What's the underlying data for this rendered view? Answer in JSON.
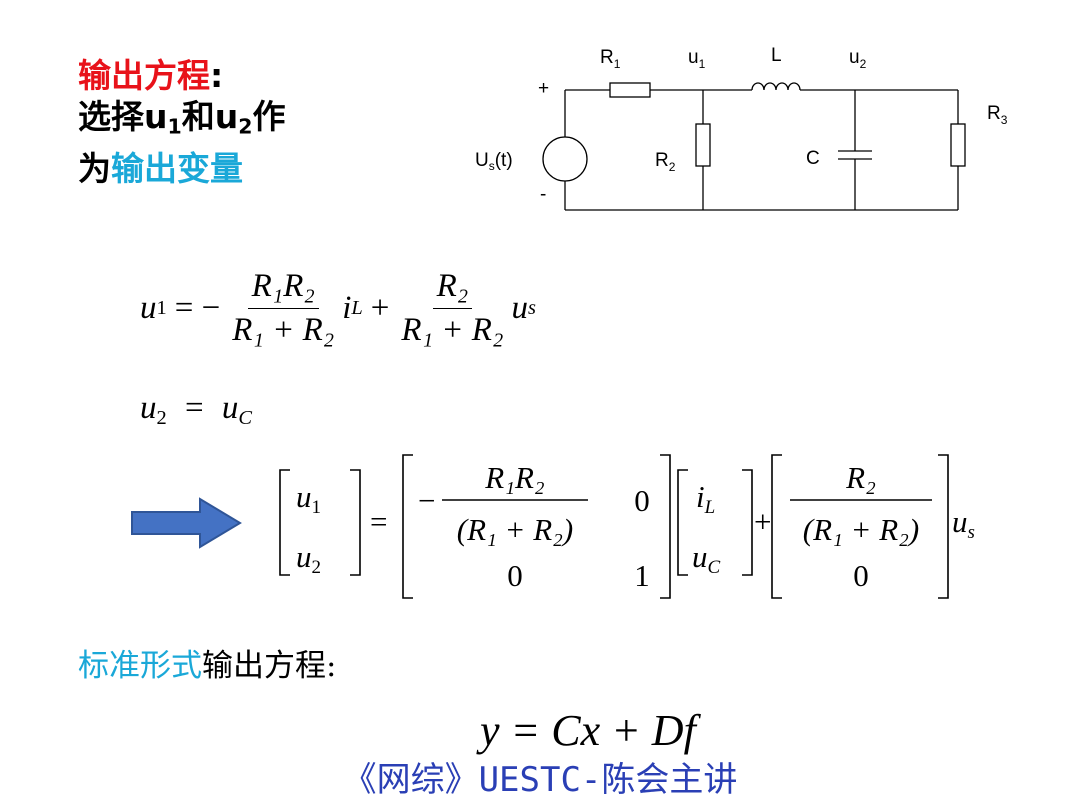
{
  "header": {
    "line1_red": "输出方程",
    "line1_colon": ":",
    "line2_pre": "选择",
    "line2_u1": "u",
    "line2_u1_sub": "1",
    "line2_mid": "和",
    "line2_u2": "u",
    "line2_u2_sub": "2",
    "line2_post": "作",
    "line3_pre": "为",
    "line3_cyan": "输出变量"
  },
  "circuit": {
    "source": "U",
    "source_sub": "s",
    "source_arg": "(t)",
    "plus": "+",
    "minus": "-",
    "r1": "R",
    "r1_sub": "1",
    "r2": "R",
    "r2_sub": "2",
    "r3": "R",
    "r3_sub": "3",
    "u1": "u",
    "u1_sub": "1",
    "u2": "u",
    "u2_sub": "2",
    "l": "L",
    "c": "C"
  },
  "equations": {
    "eq1": {
      "lhs": "u",
      "lhs_sub": "1",
      "op_eq": "= −",
      "f1_num": "R₁R₂",
      "f1_den": "R₁ + R₂",
      "t1_var": "i",
      "t1_sub": "L",
      "op_plus": "+",
      "f2_num": "R₂",
      "f2_den": "R₁ + R₂",
      "t2_var": "u",
      "t2_sub": "s"
    },
    "eq2": {
      "lhs": "u",
      "lhs_sub": "2",
      "op": "=",
      "rhs": "u",
      "rhs_sub": "C"
    },
    "matrix": {
      "y1": "u",
      "y1_sub": "1",
      "y2": "u",
      "y2_sub": "2",
      "eq": "=",
      "minus": "−",
      "a_num": "R₁R₂",
      "a_den": "(R₁ + R₂)",
      "a12": "0",
      "a21": "0",
      "a22": "1",
      "x1": "i",
      "x1_sub": "L",
      "x2": "u",
      "x2_sub": "C",
      "plus": "+",
      "b_num": "R₂",
      "b_den": "(R₁ + R₂)",
      "b2": "0",
      "u": "u",
      "u_sub": "s"
    }
  },
  "standard": {
    "cyan": "标准形式",
    "rest": "输出方程:",
    "equation": "y = Cx + Df"
  },
  "footer": "《网综》UESTC-陈会主讲",
  "colors": {
    "red": "#e8121a",
    "cyan": "#1aa8d8",
    "arrow_fill": "#4472c4",
    "arrow_stroke": "#2f5597",
    "footer": "#2a3fb5"
  }
}
